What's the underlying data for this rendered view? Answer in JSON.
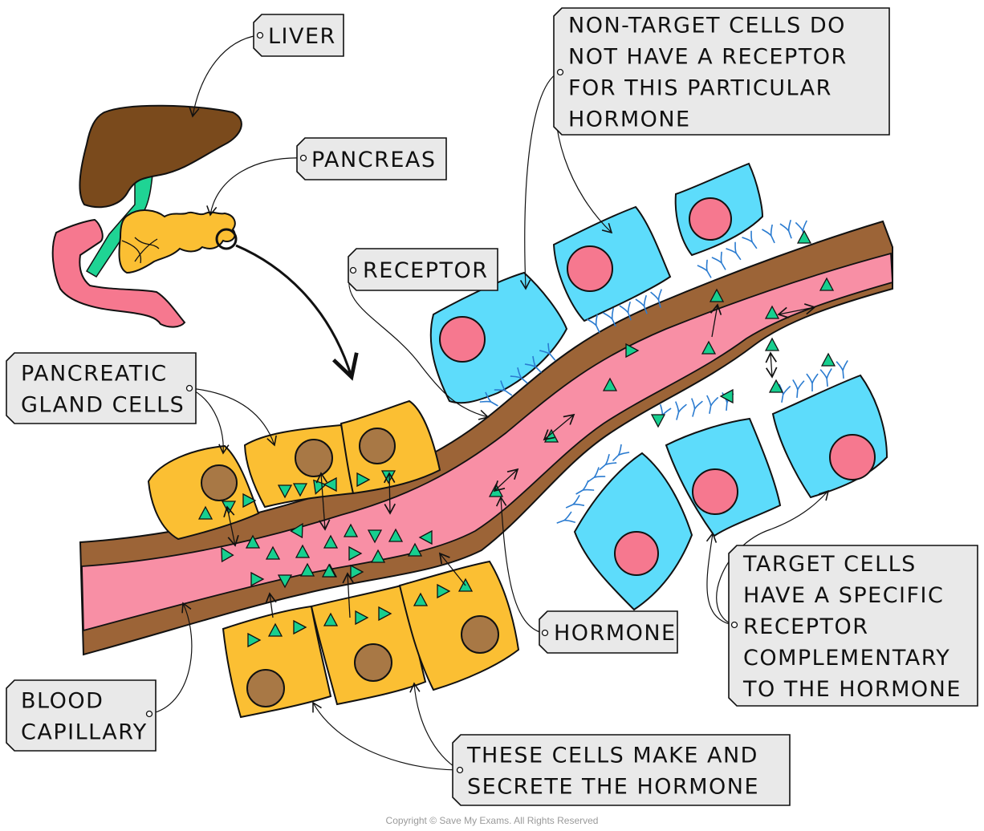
{
  "title": "Hormone secretion from pancreatic gland cells to target cells",
  "colors": {
    "liver": "#7a4a1c",
    "bile_duct": "#1fd494",
    "pancreas": "#fbbf33",
    "duodenum": "#f6788f",
    "capillary_wall": "#9c6437",
    "blood": "#f88fa5",
    "gland_cell": "#fbbf33",
    "gland_nucleus": "#a87845",
    "target_cell": "#5ddcfb",
    "target_nucleus": "#f6788f",
    "hormone": "#17cf8f",
    "receptor": "#2a7bd0",
    "label_bg": "#e9e9e9"
  },
  "labels": {
    "liver": [
      "LIVER"
    ],
    "pancreas": [
      "PANCREAS"
    ],
    "receptor": [
      "RECEPTOR"
    ],
    "non_target": [
      "NON-TARGET  CELLS  DO",
      "NOT  HAVE  A  RECEPTOR",
      "FOR  THIS  PARTICULAR",
      "HORMONE"
    ],
    "gland_cells": [
      "PANCREATIC",
      "GLAND  CELLS"
    ],
    "hormone": [
      "HORMONE"
    ],
    "target": [
      "TARGET   CELLS",
      "HAVE  A  SPECIFIC",
      "RECEPTOR",
      "COMPLEMENTARY",
      "TO  THE  HORMONE"
    ],
    "blood_capillary": [
      "BLOOD",
      "CAPILLARY"
    ],
    "secrete": [
      "THESE  CELLS  MAKE  AND",
      "SECRETE  THE  HORMONE"
    ]
  },
  "copyright": "Copyright © Save My Exams. All Rights Reserved"
}
